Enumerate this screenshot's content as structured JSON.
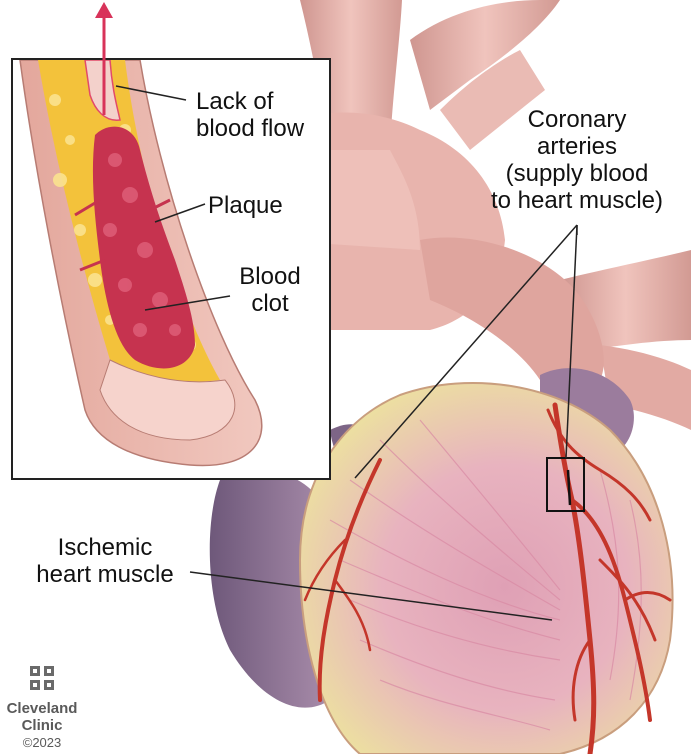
{
  "labels": {
    "lack_flow": [
      "Lack of",
      "blood flow"
    ],
    "plaque": "Plaque",
    "blood_clot": [
      "Blood",
      "clot"
    ],
    "coronary": [
      "Coronary",
      "arteries",
      "(supply blood",
      "to heart muscle)"
    ],
    "ischemic": [
      "Ischemic",
      "heart muscle"
    ]
  },
  "logo": {
    "line1": "Cleveland",
    "line2": "Clinic",
    "copyright": "©2023"
  },
  "colors": {
    "heart_flesh": "#e7b2ae",
    "muscle_yellow": "#ecdf9e",
    "muscle_pink": "#e49bb0",
    "artery": "#c4362a",
    "vessel": "#e3b3ad",
    "plaque": "#f3c23b",
    "clot": "#c6334f",
    "atrium": "#8a6f92"
  }
}
